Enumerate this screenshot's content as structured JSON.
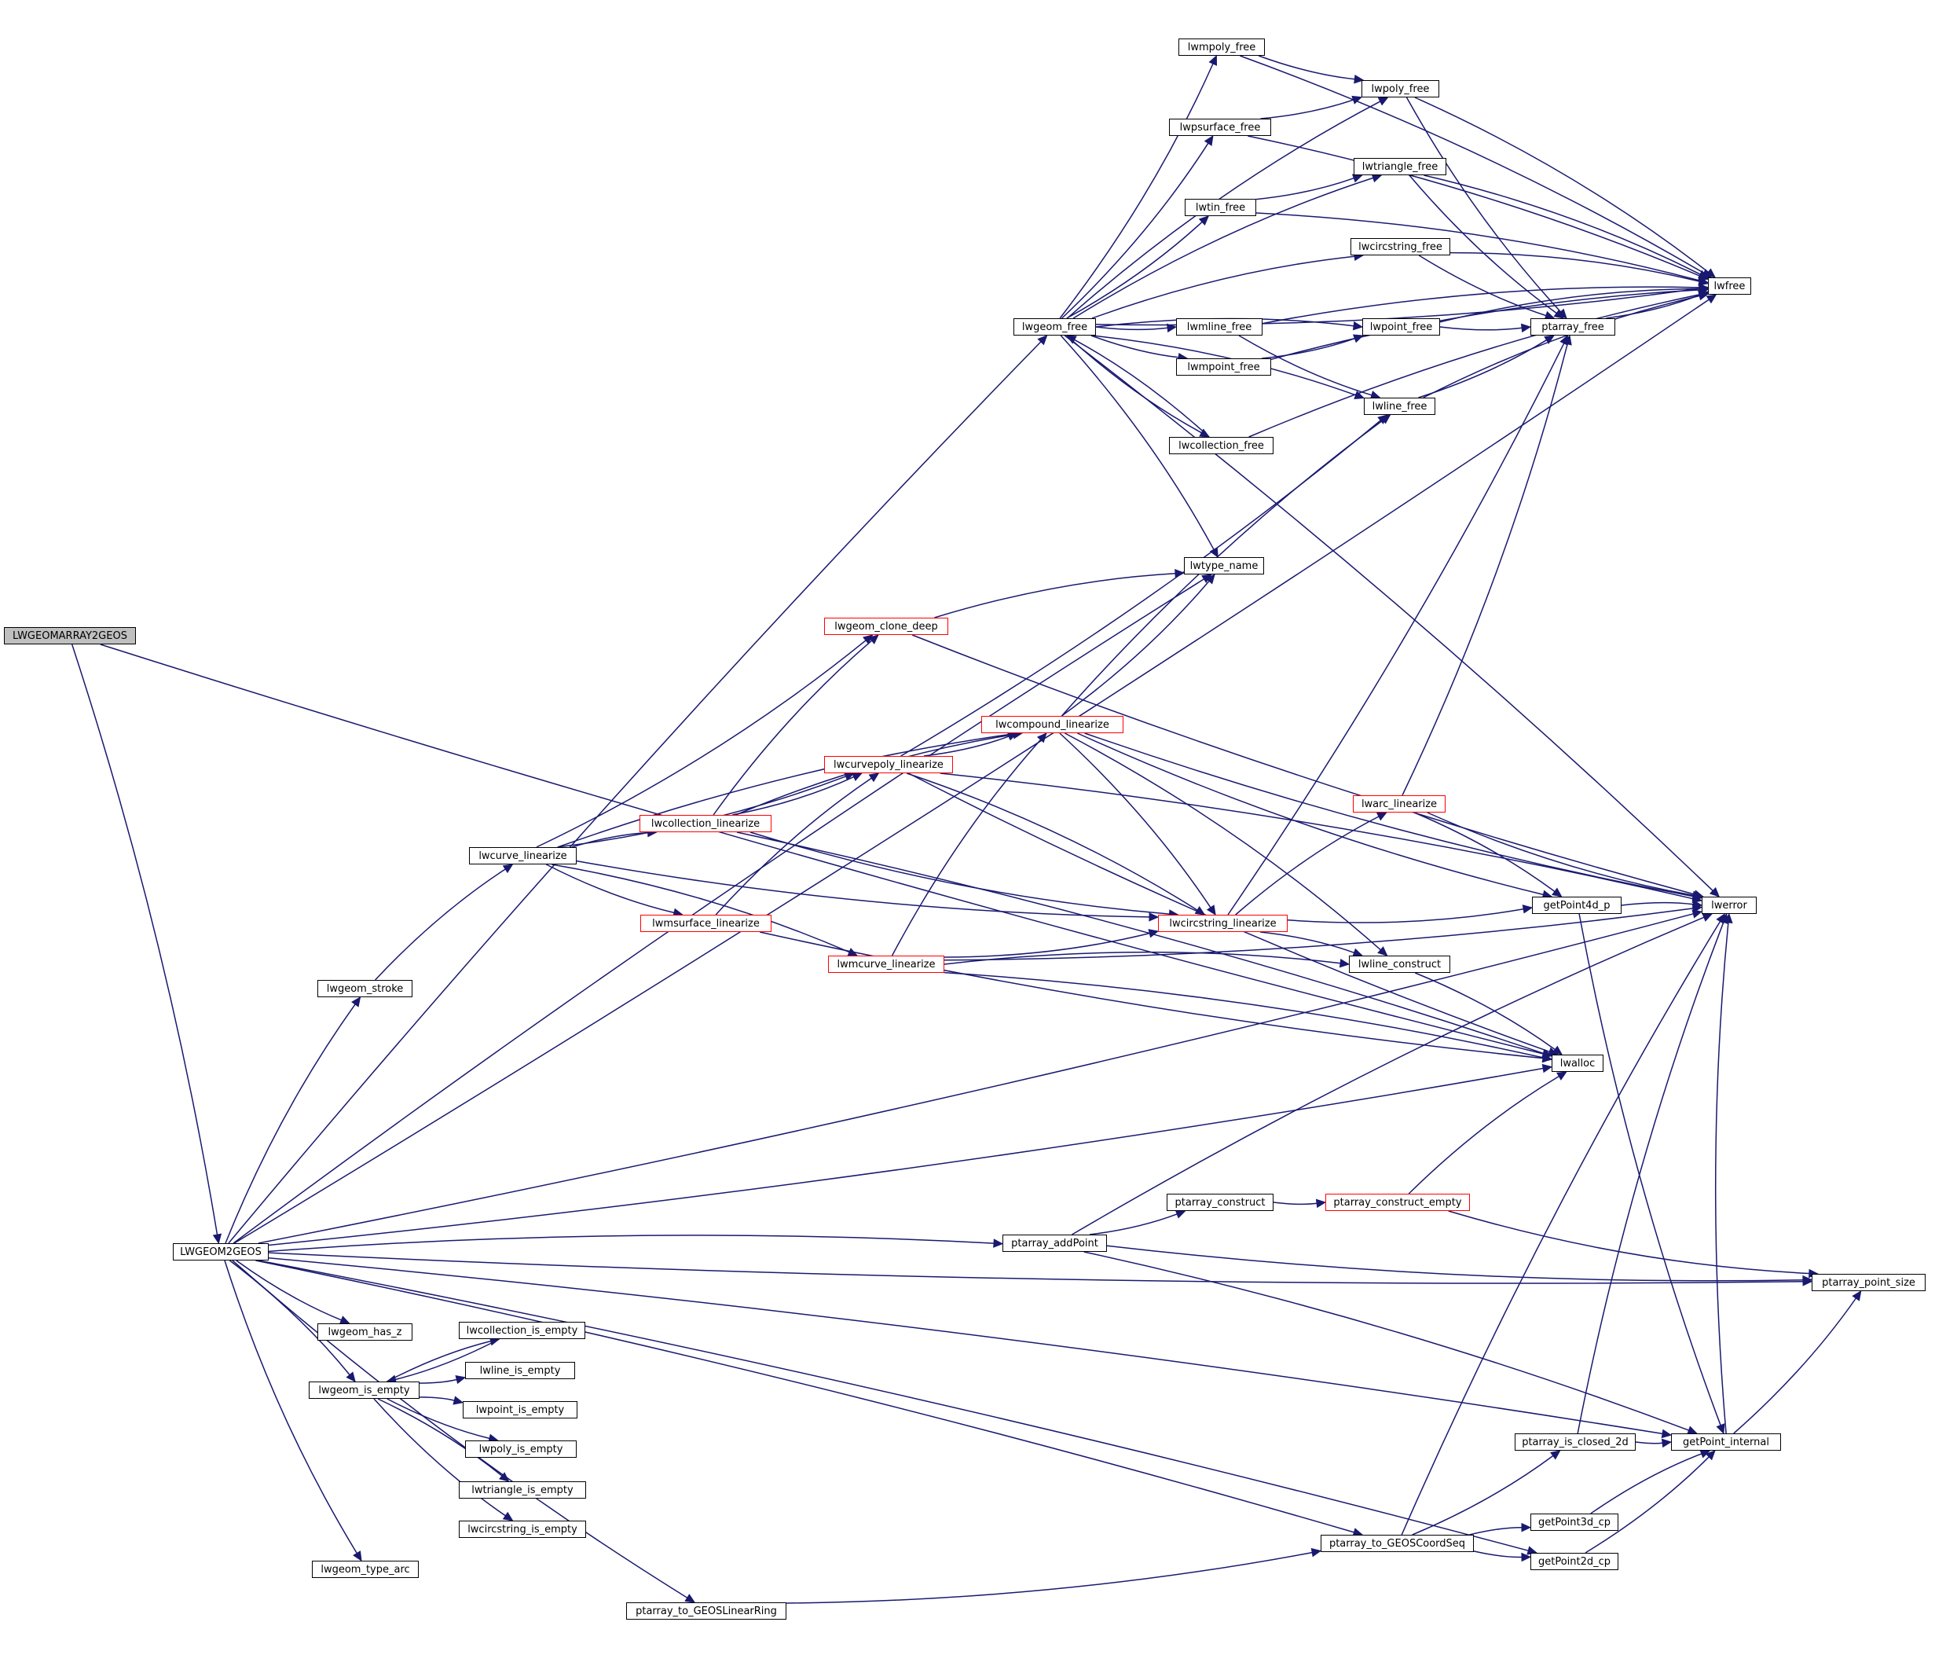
{
  "graph": {
    "kind": "call-graph",
    "root": "LWGEOMARRAY2GEOS",
    "colors": {
      "edge": "#191970",
      "node_border": "#000000",
      "truncated_border": "#ff0000",
      "root_fill": "#bfbfbf",
      "node_fill": "#ffffff"
    },
    "nodes": [
      {
        "id": "LWGEOMARRAY2GEOS",
        "label": "LWGEOMARRAY2GEOS",
        "style": "root"
      },
      {
        "id": "LWGEOM2GEOS",
        "label": "LWGEOM2GEOS",
        "style": "normal"
      },
      {
        "id": "lwgeom_free",
        "label": "lwgeom_free",
        "style": "normal"
      },
      {
        "id": "lwmpoly_free",
        "label": "lwmpoly_free",
        "style": "normal"
      },
      {
        "id": "lwpoly_free",
        "label": "lwpoly_free",
        "style": "normal"
      },
      {
        "id": "lwpsurface_free",
        "label": "lwpsurface_free",
        "style": "normal"
      },
      {
        "id": "lwtriangle_free",
        "label": "lwtriangle_free",
        "style": "normal"
      },
      {
        "id": "lwtin_free",
        "label": "lwtin_free",
        "style": "normal"
      },
      {
        "id": "lwcircstring_free",
        "label": "lwcircstring_free",
        "style": "normal"
      },
      {
        "id": "lwmline_free",
        "label": "lwmline_free",
        "style": "normal"
      },
      {
        "id": "lwpoint_free",
        "label": "lwpoint_free",
        "style": "normal"
      },
      {
        "id": "lwmpoint_free",
        "label": "lwmpoint_free",
        "style": "normal"
      },
      {
        "id": "lwline_free",
        "label": "lwline_free",
        "style": "normal"
      },
      {
        "id": "lwcollection_free",
        "label": "lwcollection_free",
        "style": "normal"
      },
      {
        "id": "ptarray_free",
        "label": "ptarray_free",
        "style": "normal"
      },
      {
        "id": "lwfree",
        "label": "lwfree",
        "style": "normal"
      },
      {
        "id": "lwtype_name",
        "label": "lwtype_name",
        "style": "normal"
      },
      {
        "id": "lwgeom_clone_deep",
        "label": "lwgeom_clone_deep",
        "style": "truncated"
      },
      {
        "id": "lwcompound_linearize",
        "label": "lwcompound_linearize",
        "style": "truncated"
      },
      {
        "id": "lwcurvepoly_linearize",
        "label": "lwcurvepoly_linearize",
        "style": "truncated"
      },
      {
        "id": "lwcollection_linearize",
        "label": "lwcollection_linearize",
        "style": "truncated"
      },
      {
        "id": "lwcurve_linearize",
        "label": "lwcurve_linearize",
        "style": "normal"
      },
      {
        "id": "lwmsurface_linearize",
        "label": "lwmsurface_linearize",
        "style": "truncated"
      },
      {
        "id": "lwmcurve_linearize",
        "label": "lwmcurve_linearize",
        "style": "truncated"
      },
      {
        "id": "lwarc_linearize",
        "label": "lwarc_linearize",
        "style": "truncated"
      },
      {
        "id": "lwcircstring_linearize",
        "label": "lwcircstring_linearize",
        "style": "truncated"
      },
      {
        "id": "getPoint4d_p",
        "label": "getPoint4d_p",
        "style": "normal"
      },
      {
        "id": "lwerror",
        "label": "lwerror",
        "style": "normal"
      },
      {
        "id": "lwline_construct",
        "label": "lwline_construct",
        "style": "normal"
      },
      {
        "id": "lwalloc",
        "label": "lwalloc",
        "style": "normal"
      },
      {
        "id": "lwgeom_stroke",
        "label": "lwgeom_stroke",
        "style": "normal"
      },
      {
        "id": "ptarray_addPoint",
        "label": "ptarray_addPoint",
        "style": "normal"
      },
      {
        "id": "ptarray_construct",
        "label": "ptarray_construct",
        "style": "normal"
      },
      {
        "id": "ptarray_construct_empty",
        "label": "ptarray_construct_empty",
        "style": "truncated"
      },
      {
        "id": "ptarray_point_size",
        "label": "ptarray_point_size",
        "style": "normal"
      },
      {
        "id": "lwgeom_has_z",
        "label": "lwgeom_has_z",
        "style": "normal"
      },
      {
        "id": "lwgeom_is_empty",
        "label": "lwgeom_is_empty",
        "style": "normal"
      },
      {
        "id": "lwcollection_is_empty",
        "label": "lwcollection_is_empty",
        "style": "normal"
      },
      {
        "id": "lwline_is_empty",
        "label": "lwline_is_empty",
        "style": "normal"
      },
      {
        "id": "lwpoint_is_empty",
        "label": "lwpoint_is_empty",
        "style": "normal"
      },
      {
        "id": "lwpoly_is_empty",
        "label": "lwpoly_is_empty",
        "style": "normal"
      },
      {
        "id": "lwtriangle_is_empty",
        "label": "lwtriangle_is_empty",
        "style": "normal"
      },
      {
        "id": "lwcircstring_is_empty",
        "label": "lwcircstring_is_empty",
        "style": "normal"
      },
      {
        "id": "lwgeom_type_arc",
        "label": "lwgeom_type_arc",
        "style": "normal"
      },
      {
        "id": "ptarray_to_GEOSLinearRing",
        "label": "ptarray_to_GEOSLinearRing",
        "style": "normal"
      },
      {
        "id": "ptarray_to_GEOSCoordSeq",
        "label": "ptarray_to_GEOSCoordSeq",
        "style": "normal"
      },
      {
        "id": "ptarray_is_closed_2d",
        "label": "ptarray_is_closed_2d",
        "style": "normal"
      },
      {
        "id": "getPoint_internal",
        "label": "getPoint_internal",
        "style": "normal"
      },
      {
        "id": "getPoint3d_cp",
        "label": "getPoint3d_cp",
        "style": "normal"
      },
      {
        "id": "getPoint2d_cp",
        "label": "getPoint2d_cp",
        "style": "normal"
      }
    ],
    "edges": [
      [
        "LWGEOMARRAY2GEOS",
        "LWGEOM2GEOS"
      ],
      [
        "LWGEOMARRAY2GEOS",
        "lwalloc"
      ],
      [
        "LWGEOM2GEOS",
        "lwgeom_free"
      ],
      [
        "LWGEOM2GEOS",
        "lwfree"
      ],
      [
        "LWGEOM2GEOS",
        "lwtype_name"
      ],
      [
        "LWGEOM2GEOS",
        "lwerror"
      ],
      [
        "LWGEOM2GEOS",
        "lwgeom_stroke"
      ],
      [
        "LWGEOM2GEOS",
        "lwalloc"
      ],
      [
        "LWGEOM2GEOS",
        "ptarray_addPoint"
      ],
      [
        "LWGEOM2GEOS",
        "ptarray_point_size"
      ],
      [
        "LWGEOM2GEOS",
        "getPoint_internal"
      ],
      [
        "LWGEOM2GEOS",
        "lwgeom_has_z"
      ],
      [
        "LWGEOM2GEOS",
        "lwgeom_is_empty"
      ],
      [
        "LWGEOM2GEOS",
        "lwgeom_type_arc"
      ],
      [
        "LWGEOM2GEOS",
        "ptarray_to_GEOSCoordSeq"
      ],
      [
        "LWGEOM2GEOS",
        "ptarray_to_GEOSLinearRing"
      ],
      [
        "LWGEOM2GEOS",
        "getPoint2d_cp"
      ],
      [
        "lwgeom_free",
        "lwmpoly_free"
      ],
      [
        "lwgeom_free",
        "lwpoly_free"
      ],
      [
        "lwgeom_free",
        "lwpsurface_free"
      ],
      [
        "lwgeom_free",
        "lwtriangle_free"
      ],
      [
        "lwgeom_free",
        "lwtin_free"
      ],
      [
        "lwgeom_free",
        "lwcircstring_free"
      ],
      [
        "lwgeom_free",
        "lwmline_free"
      ],
      [
        "lwgeom_free",
        "lwpoint_free"
      ],
      [
        "lwgeom_free",
        "lwmpoint_free"
      ],
      [
        "lwgeom_free",
        "lwline_free"
      ],
      [
        "lwgeom_free",
        "lwcollection_free"
      ],
      [
        "lwgeom_free",
        "lwtype_name"
      ],
      [
        "lwgeom_free",
        "lwfree"
      ],
      [
        "lwgeom_free",
        "lwerror"
      ],
      [
        "lwcollection_free",
        "lwgeom_free"
      ],
      [
        "lwcollection_free",
        "lwfree"
      ],
      [
        "lwmpoly_free",
        "lwpoly_free"
      ],
      [
        "lwmpoly_free",
        "lwfree"
      ],
      [
        "lwpsurface_free",
        "lwpoly_free"
      ],
      [
        "lwpsurface_free",
        "lwfree"
      ],
      [
        "lwpoly_free",
        "ptarray_free"
      ],
      [
        "lwpoly_free",
        "lwfree"
      ],
      [
        "lwtin_free",
        "lwtriangle_free"
      ],
      [
        "lwtin_free",
        "lwfree"
      ],
      [
        "lwtriangle_free",
        "ptarray_free"
      ],
      [
        "lwtriangle_free",
        "lwfree"
      ],
      [
        "lwcircstring_free",
        "ptarray_free"
      ],
      [
        "lwcircstring_free",
        "lwfree"
      ],
      [
        "lwmline_free",
        "lwline_free"
      ],
      [
        "lwmline_free",
        "lwfree"
      ],
      [
        "lwmpoint_free",
        "lwpoint_free"
      ],
      [
        "lwmpoint_free",
        "lwfree"
      ],
      [
        "lwpoint_free",
        "ptarray_free"
      ],
      [
        "lwpoint_free",
        "lwfree"
      ],
      [
        "lwline_free",
        "ptarray_free"
      ],
      [
        "lwline_free",
        "lwfree"
      ],
      [
        "ptarray_free",
        "lwfree"
      ],
      [
        "lwgeom_stroke",
        "lwcurve_linearize"
      ],
      [
        "lwcurve_linearize",
        "lwgeom_clone_deep"
      ],
      [
        "lwcurve_linearize",
        "lwcompound_linearize"
      ],
      [
        "lwcurve_linearize",
        "lwcurvepoly_linearize"
      ],
      [
        "lwcurve_linearize",
        "lwcollection_linearize"
      ],
      [
        "lwcurve_linearize",
        "lwmsurface_linearize"
      ],
      [
        "lwcurve_linearize",
        "lwmcurve_linearize"
      ],
      [
        "lwcurve_linearize",
        "lwcircstring_linearize"
      ],
      [
        "lwgeom_clone_deep",
        "lwtype_name"
      ],
      [
        "lwgeom_clone_deep",
        "lwerror"
      ],
      [
        "lwcollection_linearize",
        "lwgeom_clone_deep"
      ],
      [
        "lwcollection_linearize",
        "lwcurvepoly_linearize"
      ],
      [
        "lwcollection_linearize",
        "lwcompound_linearize"
      ],
      [
        "lwcollection_linearize",
        "lwcircstring_linearize"
      ],
      [
        "lwcollection_linearize",
        "lwalloc"
      ],
      [
        "lwcurvepoly_linearize",
        "lwcompound_linearize"
      ],
      [
        "lwcurvepoly_linearize",
        "lwcircstring_linearize"
      ],
      [
        "lwcurvepoly_linearize",
        "lwline_free"
      ],
      [
        "lwcurvepoly_linearize",
        "lwerror"
      ],
      [
        "lwcurvepoly_linearize",
        "lwalloc"
      ],
      [
        "lwmsurface_linearize",
        "lwcurvepoly_linearize"
      ],
      [
        "lwmsurface_linearize",
        "lwalloc"
      ],
      [
        "lwmcurve_linearize",
        "lwcompound_linearize"
      ],
      [
        "lwmcurve_linearize",
        "lwcircstring_linearize"
      ],
      [
        "lwmcurve_linearize",
        "lwline_construct"
      ],
      [
        "lwmcurve_linearize",
        "lwerror"
      ],
      [
        "lwmcurve_linearize",
        "lwalloc"
      ],
      [
        "lwcompound_linearize",
        "lwtype_name"
      ],
      [
        "lwcompound_linearize",
        "lwline_free"
      ],
      [
        "lwcompound_linearize",
        "lwerror"
      ],
      [
        "lwcompound_linearize",
        "lwcircstring_linearize"
      ],
      [
        "lwcompound_linearize",
        "getPoint4d_p"
      ],
      [
        "lwcompound_linearize",
        "lwline_construct"
      ],
      [
        "lwcircstring_linearize",
        "ptarray_free"
      ],
      [
        "lwcircstring_linearize",
        "lwarc_linearize"
      ],
      [
        "lwcircstring_linearize",
        "getPoint4d_p"
      ],
      [
        "lwcircstring_linearize",
        "lwline_construct"
      ],
      [
        "lwarc_linearize",
        "ptarray_free"
      ],
      [
        "lwarc_linearize",
        "getPoint4d_p"
      ],
      [
        "lwarc_linearize",
        "lwerror"
      ],
      [
        "getPoint4d_p",
        "lwerror"
      ],
      [
        "getPoint4d_p",
        "getPoint_internal"
      ],
      [
        "lwline_construct",
        "lwalloc"
      ],
      [
        "ptarray_addPoint",
        "ptarray_construct"
      ],
      [
        "ptarray_addPoint",
        "lwerror"
      ],
      [
        "ptarray_addPoint",
        "ptarray_point_size"
      ],
      [
        "ptarray_addPoint",
        "getPoint_internal"
      ],
      [
        "ptarray_construct",
        "ptarray_construct_empty"
      ],
      [
        "ptarray_construct_empty",
        "lwalloc"
      ],
      [
        "ptarray_construct_empty",
        "ptarray_point_size"
      ],
      [
        "lwgeom_is_empty",
        "lwcollection_is_empty"
      ],
      [
        "lwgeom_is_empty",
        "lwline_is_empty"
      ],
      [
        "lwgeom_is_empty",
        "lwpoint_is_empty"
      ],
      [
        "lwgeom_is_empty",
        "lwpoly_is_empty"
      ],
      [
        "lwgeom_is_empty",
        "lwtriangle_is_empty"
      ],
      [
        "lwgeom_is_empty",
        "lwcircstring_is_empty"
      ],
      [
        "lwcollection_is_empty",
        "lwgeom_is_empty"
      ],
      [
        "ptarray_to_GEOSLinearRing",
        "ptarray_to_GEOSCoordSeq"
      ],
      [
        "ptarray_to_GEOSCoordSeq",
        "lwerror"
      ],
      [
        "ptarray_to_GEOSCoordSeq",
        "ptarray_is_closed_2d"
      ],
      [
        "ptarray_to_GEOSCoordSeq",
        "getPoint3d_cp"
      ],
      [
        "ptarray_to_GEOSCoordSeq",
        "getPoint2d_cp"
      ],
      [
        "ptarray_is_closed_2d",
        "lwerror"
      ],
      [
        "ptarray_is_closed_2d",
        "getPoint_internal"
      ],
      [
        "getPoint3d_cp",
        "getPoint_internal"
      ],
      [
        "getPoint2d_cp",
        "getPoint_internal"
      ],
      [
        "getPoint_internal",
        "lwerror"
      ],
      [
        "getPoint_internal",
        "ptarray_point_size"
      ]
    ]
  }
}
